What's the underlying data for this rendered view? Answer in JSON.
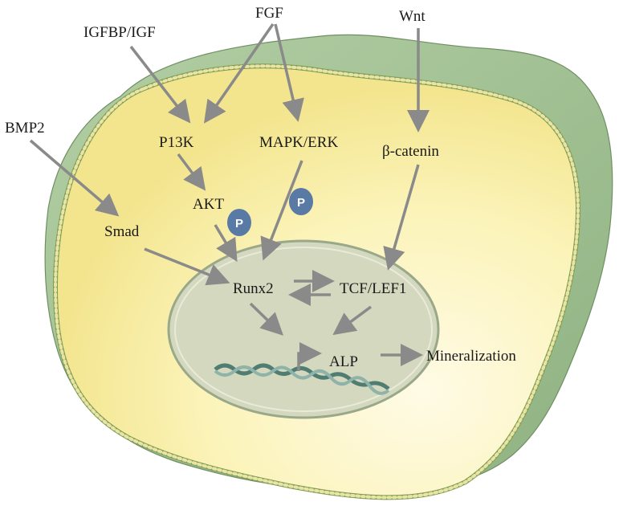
{
  "diagram": {
    "signals": {
      "igfbp_igf": "IGFBP/IGF",
      "fgf": "FGF",
      "wnt": "Wnt",
      "bmp2": "BMP2"
    },
    "cytoplasm": {
      "pi3k": "P13K",
      "mapk_erk": "MAPK/ERK",
      "beta_catenin": "β-catenin",
      "akt": "AKT",
      "smad": "Smad"
    },
    "phospho_badges": [
      "P",
      "P"
    ],
    "nucleus": {
      "runx2": "Runx2",
      "tcf_lef1": "TCF/LEF1",
      "alp": "ALP"
    },
    "outcome": "Mineralization",
    "colors": {
      "outer_cell": "#9dbf8f",
      "cytoplasm": "#f7eea0",
      "membrane": "#7f9e52",
      "nucleus": "#d4d8bf",
      "arrow": "#8a8a8a",
      "phospho_badge": "#5a7aa6",
      "dna": "#5c8a7e"
    }
  }
}
